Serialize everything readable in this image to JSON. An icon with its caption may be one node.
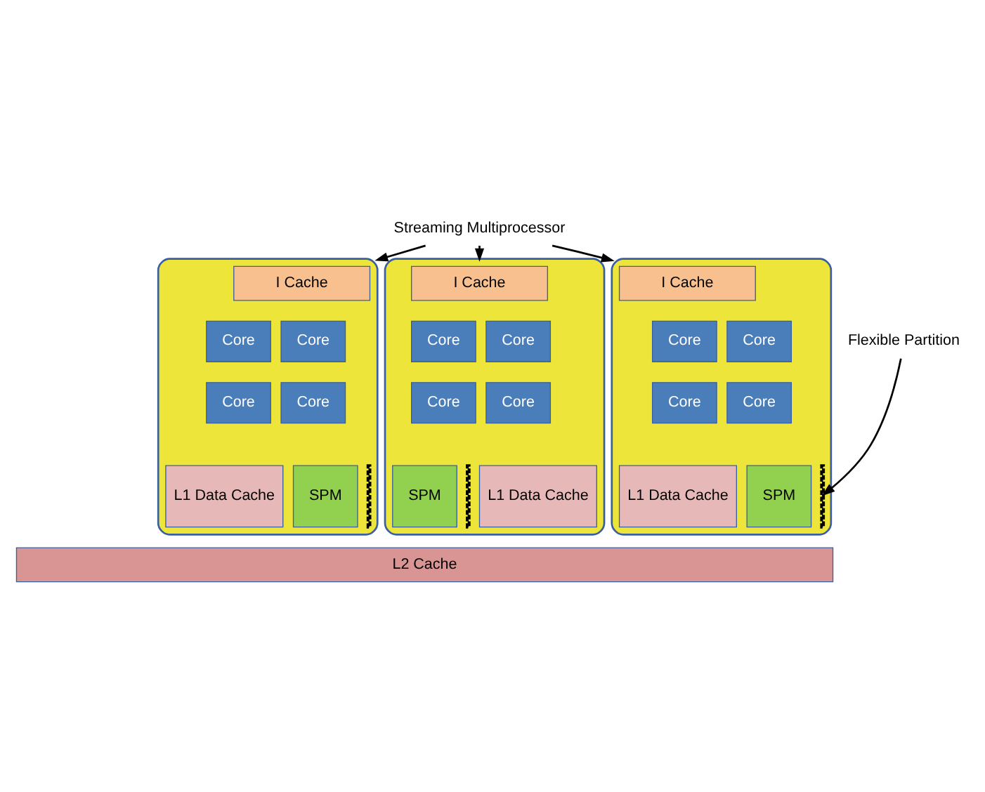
{
  "diagram": {
    "nodes": [
      {
        "text": [
          "Streaming Multiprocessor"
        ]
      },
      {
        "text": [],
        "shape": "box"
      },
      {
        "text": [
          "I Cache"
        ],
        "in": 1
      },
      {
        "text": [
          "Core"
        ],
        "in": 1
      },
      {
        "text": [
          "Core"
        ],
        "in": 1
      },
      {
        "text": [
          "Core"
        ],
        "in": 1
      },
      {
        "text": [
          "Core"
        ],
        "in": 1
      },
      {
        "text": [
          "SPM"
        ],
        "in": 1
      },
      {
        "text": [],
        "shape": "bar",
        "in": 1
      },
      {
        "text": [
          "L1 Data Cache"
        ],
        "in": 1
      },
      {
        "text": [],
        "shape": "box"
      },
      {
        "text": [
          "I Cache"
        ],
        "in": 10
      },
      {
        "text": [
          "Core"
        ],
        "in": 10
      },
      {
        "text": [
          "Core"
        ],
        "in": 10
      },
      {
        "text": [
          "Core"
        ],
        "in": 10
      },
      {
        "text": [
          "Core"
        ],
        "in": 10
      },
      {
        "text": [
          "SPM"
        ],
        "in": 10
      },
      {
        "text": [],
        "shape": "bar",
        "in": 10
      },
      {
        "text": [
          "L1 Data Cache"
        ],
        "in": 10
      },
      {
        "text": [],
        "shape": "box"
      },
      {
        "text": [
          "I Cache"
        ],
        "in": 19
      },
      {
        "text": [
          "Core"
        ],
        "in": 19
      },
      {
        "text": [
          "Core"
        ],
        "in": 19
      },
      {
        "text": [
          "Core"
        ],
        "in": 19
      },
      {
        "text": [
          "Core"
        ],
        "in": 19
      },
      {
        "text": [
          "SPM"
        ],
        "in": 19
      },
      {
        "text": [],
        "shape": "bar",
        "in": 19
      },
      {
        "text": [
          "L1 Data Cache"
        ],
        "in": 19
      },
      {
        "text": [
          "Flexible Partition"
        ]
      },
      {
        "text": [
          "L2 Cache"
        ]
      }
    ],
    "edges": [
      {
        "from": 0,
        "to": 1,
        "arrow": "to"
      },
      {
        "from": 0,
        "to": 10,
        "arrow": "to"
      },
      {
        "from": 0,
        "to": 19,
        "arrow": "to"
      },
      {
        "from": 28,
        "to": 26,
        "arrow": "to"
      }
    ]
  }
}
